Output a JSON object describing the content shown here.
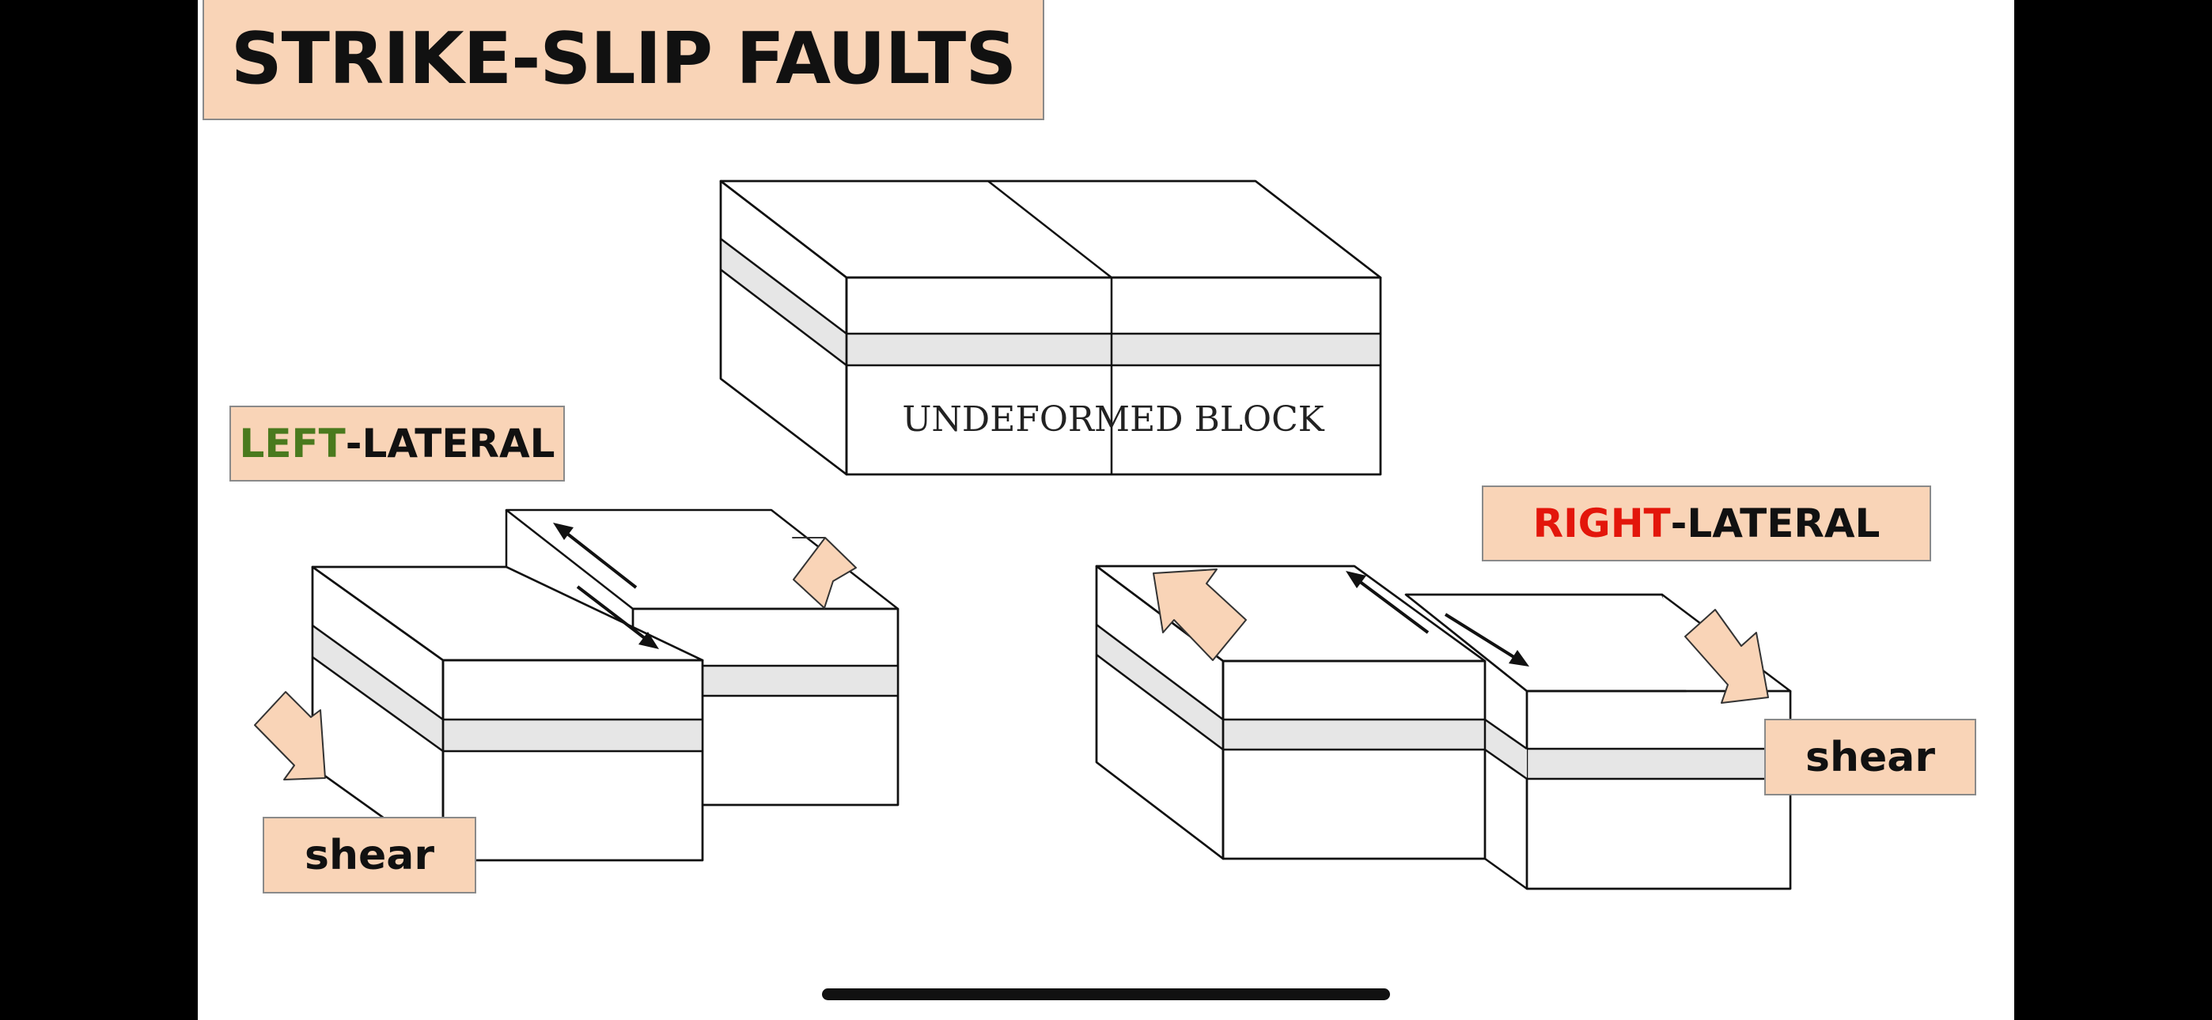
{
  "title": "STRIKE-SLIP FAULTS",
  "undeformed_block": {
    "caption": "UNDEFORMED BLOCK"
  },
  "left_lateral": {
    "label_highlight": "LEFT",
    "label_rest": "-LATERAL",
    "highlight_color": "#4a7a1e",
    "shear_label": "shear"
  },
  "right_lateral": {
    "label_highlight": "RIGHT",
    "label_rest": "-LATERAL",
    "highlight_color": "#e3160b",
    "shear_label": "shear"
  },
  "colors": {
    "label_fill": "#f9d4b7",
    "layer_band": "#e6e6e6",
    "arrow_fill": "#f9d4b7",
    "outline": "#111111"
  }
}
